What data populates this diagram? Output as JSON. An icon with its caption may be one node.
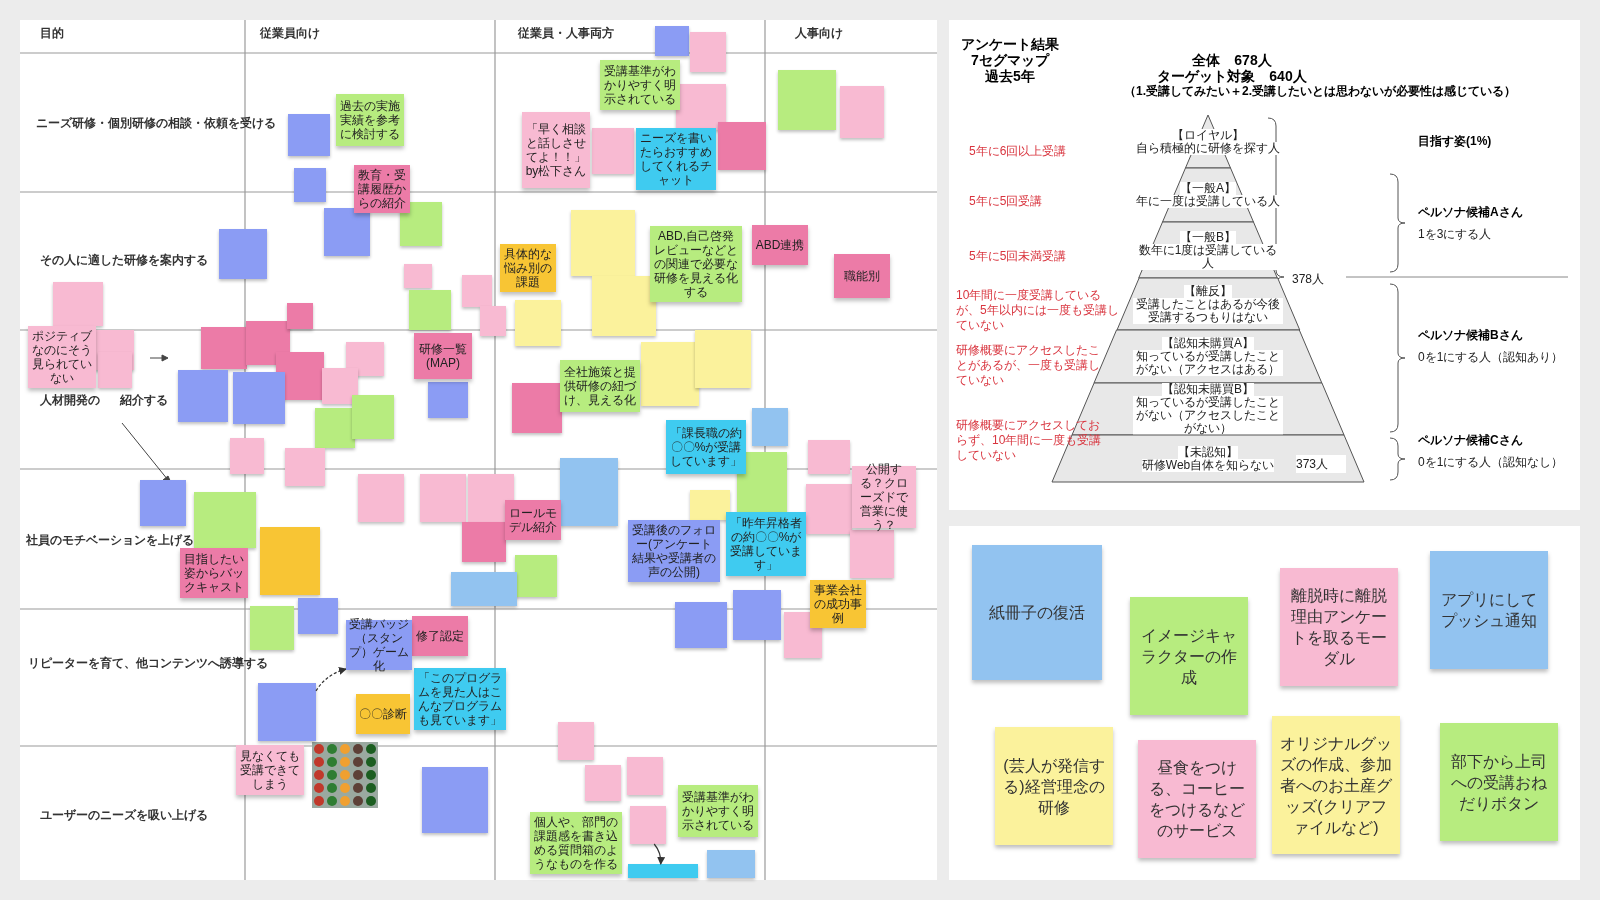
{
  "diagram": {
    "nodes": [
      {
        "text": [
          "過去の実施実績を参考に検討する"
        ]
      },
      {
        "text": [
          "受講基準がわかりやすく明示されている"
        ]
      },
      {
        "text": [
          "「早く相談と話しさせてよ！！」by松下さん"
        ]
      },
      {
        "text": [
          "ニーズを書いたらおすすめしてくれるチャット"
        ]
      },
      {
        "text": [
          "教育・受講履歴からの紹介"
        ]
      },
      {
        "text": [
          "具体的な悩み別の課題"
        ]
      },
      {
        "text": [
          "ABD,自己啓発レビューなどとの関連で必要な研修を見える化する"
        ]
      },
      {
        "text": [
          "ABD連携"
        ]
      },
      {
        "text": [
          "職能別"
        ]
      },
      {
        "text": [
          "研修一覧(MAP)"
        ]
      },
      {
        "text": [
          "ポジティブなのにそう見られていない"
        ]
      },
      {
        "text": [
          "全社施策と提供研修の紐づけ、見える化"
        ]
      },
      {
        "text": [
          "「課長職の約〇〇%が受講しています」"
        ]
      },
      {
        "text": [
          "「昨年昇格者の約〇〇%が受講しています」"
        ]
      },
      {
        "text": [
          "事業会社の成功事例"
        ]
      },
      {
        "text": [
          "公開する？クローズドで営業に使う？"
        ]
      },
      {
        "text": [
          "ロールモデル紹介"
        ]
      },
      {
        "text": [
          "目指したい姿からバックキャスト"
        ]
      },
      {
        "text": [
          "受講後のフォロー(アンケート結果や受講者の声の公開)"
        ]
      },
      {
        "text": [
          "修了認定"
        ]
      },
      {
        "text": [
          "〇〇診断"
        ]
      },
      {
        "text": [
          "「このプログラムを見た人はこんなプログラムも見ています」"
        ]
      },
      {
        "text": [
          "受講バッジ（スタンプ）ゲーム化"
        ]
      },
      {
        "text": [
          "見なくても受講できてしまう"
        ]
      },
      {
        "text": [
          "個人や、部門の課題感を書き込める質問箱のようなものを作る"
        ]
      },
      {
        "text": [
          "受講基準がわかりやすく明示されている"
        ]
      },
      {
        "text": [],
        "shape": "box"
      },
      {
        "text": [],
        "shape": "box"
      },
      {
        "text": [],
        "shape": "box"
      },
      {
        "text": [],
        "shape": "box"
      },
      {
        "text": [],
        "shape": "box"
      },
      {
        "text": [],
        "shape": "box"
      },
      {
        "text": [],
        "shape": "box"
      },
      {
        "text": [],
        "shape": "box"
      },
      {
        "text": [],
        "shape": "box"
      },
      {
        "text": [],
        "shape": "box"
      },
      {
        "text": [],
        "shape": "box"
      },
      {
        "text": [],
        "shape": "box"
      },
      {
        "text": [],
        "shape": "box"
      },
      {
        "text": [],
        "shape": "box"
      },
      {
        "text": [],
        "shape": "box"
      },
      {
        "text": [],
        "shape": "box"
      },
      {
        "text": [],
        "shape": "box"
      },
      {
        "text": [],
        "shape": "box"
      },
      {
        "text": [],
        "shape": "box"
      },
      {
        "text": [],
        "shape": "box"
      },
      {
        "text": [],
        "shape": "box"
      },
      {
        "text": [],
        "shape": "box"
      },
      {
        "text": [],
        "shape": "box"
      },
      {
        "text": [],
        "shape": "box"
      },
      {
        "text": [],
        "shape": "box"
      },
      {
        "text": [],
        "shape": "box"
      },
      {
        "text": [],
        "shape": "box"
      },
      {
        "text": [],
        "shape": "box"
      },
      {
        "text": [],
        "shape": "box"
      },
      {
        "text": [],
        "shape": "box"
      },
      {
        "text": [],
        "shape": "box"
      },
      {
        "text": [],
        "shape": "box"
      },
      {
        "text": [],
        "shape": "box"
      },
      {
        "text": [],
        "shape": "box"
      },
      {
        "text": [],
        "shape": "box"
      },
      {
        "text": [],
        "shape": "box"
      },
      {
        "text": [],
        "shape": "box"
      },
      {
        "text": [],
        "shape": "box"
      },
      {
        "text": [],
        "shape": "box"
      },
      {
        "text": [],
        "shape": "box"
      },
      {
        "text": [],
        "shape": "box"
      },
      {
        "text": [],
        "shape": "box"
      },
      {
        "text": [],
        "shape": "box"
      },
      {
        "text": [],
        "shape": "box"
      },
      {
        "text": [],
        "shape": "box"
      },
      {
        "text": [],
        "shape": "box"
      },
      {
        "text": [],
        "shape": "box"
      },
      {
        "text": [],
        "shape": "box"
      },
      {
        "text": [],
        "shape": "box"
      },
      {
        "text": [],
        "shape": "box"
      },
      {
        "text": [],
        "shape": "box"
      },
      {
        "text": [],
        "shape": "box"
      },
      {
        "text": [],
        "shape": "box"
      },
      {
        "text": [],
        "shape": "box"
      },
      {
        "text": [],
        "shape": "box"
      },
      {
        "text": [],
        "shape": "box"
      },
      {
        "text": [],
        "shape": "box"
      },
      {
        "text": [],
        "shape": "box"
      },
      {
        "text": [],
        "shape": "box"
      },
      {
        "text": [],
        "shape": "box"
      },
      {
        "text": [],
        "shape": "box"
      },
      {
        "text": [],
        "shape": "box"
      },
      {
        "text": [],
        "shape": "box"
      },
      {
        "text": [],
        "shape": "box"
      },
      {
        "text": [],
        "shape": "box"
      },
      {
        "text": [],
        "shape": "box"
      },
      {
        "text": [],
        "shape": "box"
      },
      {
        "text": [
          "【ロイヤル】",
          "自ら積極的に研修を探す人"
        ]
      },
      {
        "text": [
          "【一般A】",
          "年に一度は受講している人"
        ]
      },
      {
        "text": [
          "【一般B】",
          "数年に1度は受講している人"
        ]
      },
      {
        "text": [
          "【離反】",
          "受講したことはあるが今後受講するつもりはない"
        ]
      },
      {
        "text": [
          "【認知未購買A】",
          "知っているが受講したことがない（アクセスはある）"
        ]
      },
      {
        "text": [
          "【認知未購買B】",
          "知っているが受講したことがない（アクセスしたことがない）"
        ]
      },
      {
        "text": [
          "【未認知】",
          "研修Web自体を知らない"
        ]
      },
      {
        "text": [
          "紙冊子の復活"
        ]
      },
      {
        "text": [
          "イメージキャラクターの作成"
        ]
      },
      {
        "text": [
          "離脱時に離脱理由アンケートを取るモーダル"
        ]
      },
      {
        "text": [
          "アプリにしてプッシュ通知"
        ]
      },
      {
        "text": [
          "(芸人が発信する)経営理念の研修"
        ]
      },
      {
        "text": [
          "昼食をつける、コーヒーをつけるなどのサービス"
        ]
      },
      {
        "text": [
          "オリジナルグッズの作成、参加者へのお土産グッズ(クリアファイルなど)"
        ]
      },
      {
        "text": [
          "部下から上司への受講おねだりボタン"
        ]
      }
    ],
    "edges": [
      {
        "from": 85,
        "to": 22,
        "arrow": "to",
        "style": "dashed"
      },
      {
        "from": 90,
        "to": 92,
        "arrow": "to"
      }
    ],
    "labels": [
      "目的",
      "従業員向け",
      "従業員・人事両方",
      "人事向け",
      "ニーズ研修・個別研修の相談・依頼を受ける",
      "その人に適した研修を案内する",
      "人材開発の",
      "紹介する",
      "社員のモチベーションを上げる",
      "リピーターを育て、他コンテンツへ誘導する",
      "ユーザーのニーズを吸い上げる",
      "アンケート結果",
      "7セグマップ",
      "過去5年",
      "全体　678人",
      "ターゲット対象　640人",
      "（1.受講してみたい＋2.受講したいとは思わないが必要性は感じている）",
      "5年に6回以上受講",
      "5年に5回受講",
      "5年に5回未満受講",
      "10年間に一度受講しているが、5年以内には一度も受講していない",
      "研修概要にアクセスしたことがあるが、一度も受講していない",
      "研修概要にアクセスしておらず、10年間に一度も受講していない",
      "目指す姿(1%)",
      "378人",
      "ペルソナ候補Aさん",
      "1を3にする人",
      "ペルソナ候補Bさん",
      "0を1にする人（認知あり）",
      "373人",
      "ペルソナ候補Cさん",
      "0を1にする人（認知なし）"
    ]
  }
}
